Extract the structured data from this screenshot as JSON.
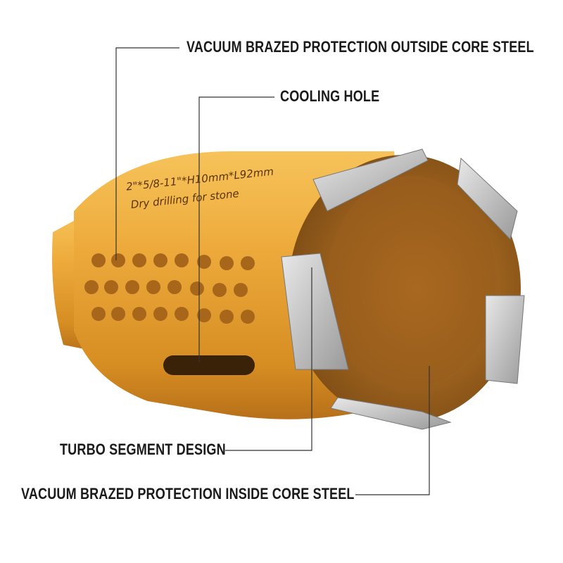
{
  "callouts": [
    {
      "text": "VACUUM BRAZED PROTECTION OUTSIDE CORE STEEL"
    },
    {
      "text": "COOLING HOLE"
    },
    {
      "text": "TURBO SEGMENT DESIGN"
    },
    {
      "text": "VACUUM BRAZED PROTECTION INSIDE CORE STEEL"
    }
  ],
  "product": {
    "engraving_line1": "2\"*5/8-11\"*H10mm*L92mm",
    "engraving_line2": "Dry drilling for stone",
    "body_color": "#e8a63a",
    "segment_color": "#c8c8c8"
  }
}
